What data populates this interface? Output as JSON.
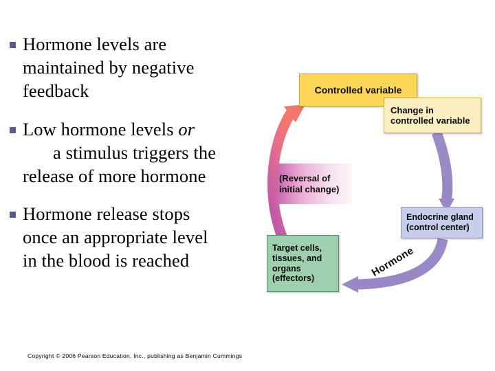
{
  "slide": {
    "background_color": "#ffffff",
    "bullet_marker_color": "#565d8e"
  },
  "bullets": [
    {
      "id": "bullet-1",
      "lines": [
        "Hormone levels are",
        "maintained by negative",
        "feedback"
      ],
      "text_plain": "Hormone levels are maintained by negative feedback",
      "segments": [
        {
          "text": "Hormone levels are maintained by negative feedback",
          "style": "normal"
        }
      ]
    },
    {
      "id": "bullet-2",
      "lines": [
        "Low hormone levels or",
        "a stimulus triggers the",
        "release of more hormone"
      ],
      "text_plain": "Low hormone levels or a stimulus triggers the release of more hormone",
      "segments": [
        {
          "text": "Low hormone levels ",
          "style": "normal"
        },
        {
          "text": "or",
          "style": "italic"
        },
        {
          "text": " a stimulus triggers the release of more hormone",
          "style": "normal"
        }
      ],
      "lead": "Low hormone levels ",
      "lead_italic": "or",
      "indented_line": "a stimulus triggers the",
      "last_line": "release of more hormone"
    },
    {
      "id": "bullet-3",
      "lines": [
        "Hormone release stops",
        "once an appropriate level",
        "in the blood is reached"
      ],
      "text_plain": "Hormone release stops once an appropriate level in the blood is reached",
      "segments": [
        {
          "text": "Hormone release stops once an appropriate level in the blood is reached",
          "style": "normal"
        }
      ]
    }
  ],
  "diagram": {
    "title": "negative-feedback-loop",
    "boxes": [
      {
        "id": "controlled-variable",
        "label": "Controlled variable",
        "fill": "#fcd757",
        "border": "#c9a02c"
      },
      {
        "id": "change-in-controlled-variable",
        "line1": "Change in",
        "line2": "controlled variable",
        "label": "Change in controlled variable",
        "fill": "#fcf0c2",
        "border": "#c9a83c"
      },
      {
        "id": "endocrine-gland",
        "line1": "Endocrine gland",
        "line2": "(control center)",
        "label": "Endocrine gland (control center)",
        "fill": "#c8cdea",
        "border": "#8e94bd"
      },
      {
        "id": "target-cells",
        "line1": "Target cells,",
        "line2": "tissues, and",
        "line3": "organs",
        "line4": "(effectors)",
        "label": "Target cells, tissues, and organs (effectors)",
        "fill": "#9ed0af",
        "border": "#4e9168"
      },
      {
        "id": "reversal-of-initial-change",
        "line1": "(Reversal of",
        "line2": "initial change)",
        "label": "(Reversal of initial change)",
        "fill_gradient_start": "#c866b0",
        "fill_gradient_end": "#fbf4f8"
      }
    ],
    "arrows": [
      {
        "id": "arrow-change-to-gland",
        "from": "change-in-controlled-variable",
        "to": "endocrine-gland",
        "color": "#9b8bc8",
        "label": ""
      },
      {
        "id": "arrow-gland-to-target",
        "from": "endocrine-gland",
        "to": "target-cells",
        "color": "#9b8bc8",
        "label": "Hormone"
      },
      {
        "id": "arrow-target-to-controlled",
        "from": "target-cells",
        "to": "controlled-variable",
        "color_start": "#bb54a8",
        "color_end": "#f4736f",
        "label": ""
      }
    ]
  },
  "footer": {
    "copyright": "Copyright © 2006 Pearson Education, Inc., publishing as Benjamin Cummings"
  }
}
